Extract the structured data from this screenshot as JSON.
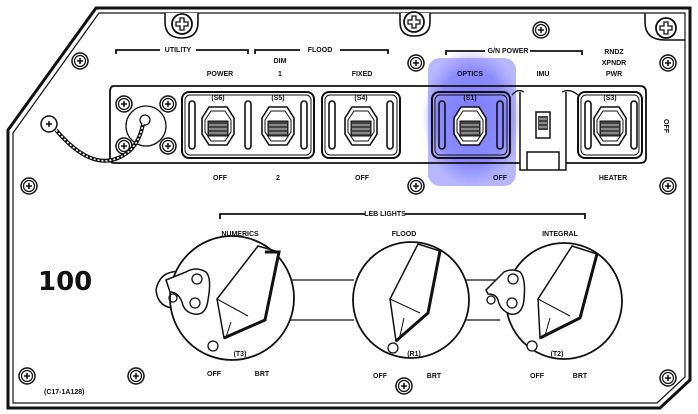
{
  "panel": {
    "number": "100",
    "part_code": "(C17-1A128)",
    "highlight_color": "#7b7bff"
  },
  "groups": {
    "utility": "UTILITY",
    "flood": "FLOOD",
    "gn_power": "G/N POWER",
    "leb_lights": "LEB LIGHTS"
  },
  "switches": [
    {
      "id": "S6",
      "tag": "(S6)",
      "top_label": "POWER",
      "bottom_label": "OFF"
    },
    {
      "id": "S5",
      "tag": "(S5)",
      "top_label_1": "DIM",
      "top_label_2": "1",
      "bottom_label": "2"
    },
    {
      "id": "S4",
      "tag": "(S4)",
      "top_label": "FIXED",
      "bottom_label": "OFF"
    },
    {
      "id": "S1",
      "tag": "(S1)",
      "top_label": "OPTICS",
      "bottom_label": "OFF",
      "highlighted": true
    },
    {
      "id": "IMU",
      "top_label": "IMU"
    },
    {
      "id": "S3",
      "tag": "(S3)",
      "top_label_1": "RNDZ",
      "top_label_2": "XPNDR",
      "top_label_3": "PWR",
      "bottom_label": "HEATER",
      "side_label": "OFF"
    }
  ],
  "knobs": [
    {
      "id": "T3",
      "tag": "(T3)",
      "label": "NUMERICS",
      "min": "OFF",
      "max": "BRT"
    },
    {
      "id": "R1",
      "tag": "(R1)",
      "label": "FLOOD",
      "min": "OFF",
      "max": "BRT"
    },
    {
      "id": "T2",
      "tag": "(T2)",
      "label": "INTEGRAL",
      "min": "OFF",
      "max": "BRT"
    }
  ]
}
